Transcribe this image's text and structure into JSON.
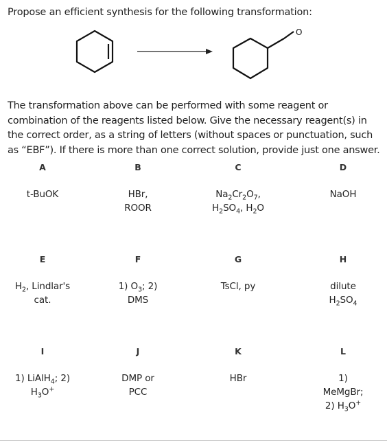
{
  "question": "Propose an efficient synthesis for the following transformation:",
  "intro": "The transformation above can be performed with some reagent or combination of the reagents listed below. Give the necessary reagent(s) in the correct order, as a string of letters (without spaces or punctuation, such as “EBF”). If there is more than one correct solution, provide just one answer.",
  "scheme": {
    "product_label": "O"
  },
  "reagents": [
    {
      "letter": "A",
      "lines": [
        "t-BuOK"
      ]
    },
    {
      "letter": "B",
      "lines": [
        "HBr,",
        "ROOR"
      ]
    },
    {
      "letter": "C",
      "lines": [
        "Na<sub>2</sub>Cr<sub>2</sub>O<sub>7</sub>,",
        "H<sub>2</sub>SO<sub>4</sub>, H<sub>2</sub>O"
      ]
    },
    {
      "letter": "D",
      "lines": [
        "NaOH"
      ]
    },
    {
      "letter": "E",
      "lines": [
        "H<sub>2</sub>, Lindlar's",
        "cat."
      ]
    },
    {
      "letter": "F",
      "lines": [
        "1) O<sub>3</sub>; 2)",
        "DMS"
      ]
    },
    {
      "letter": "G",
      "lines": [
        "TsCl, py"
      ]
    },
    {
      "letter": "H",
      "lines": [
        "dilute",
        "H<sub>2</sub>SO<sub>4</sub>"
      ]
    },
    {
      "letter": "I",
      "lines": [
        "1) LiAlH<sub>4</sub>; 2)",
        "H<sub>3</sub>O<sup>+</sup>"
      ]
    },
    {
      "letter": "J",
      "lines": [
        "DMP or",
        "PCC"
      ]
    },
    {
      "letter": "K",
      "lines": [
        "HBr"
      ]
    },
    {
      "letter": "L",
      "lines": [
        "1)",
        "MeMgBr;",
        "2) H<sub>3</sub>O<sup>+</sup>"
      ]
    }
  ]
}
